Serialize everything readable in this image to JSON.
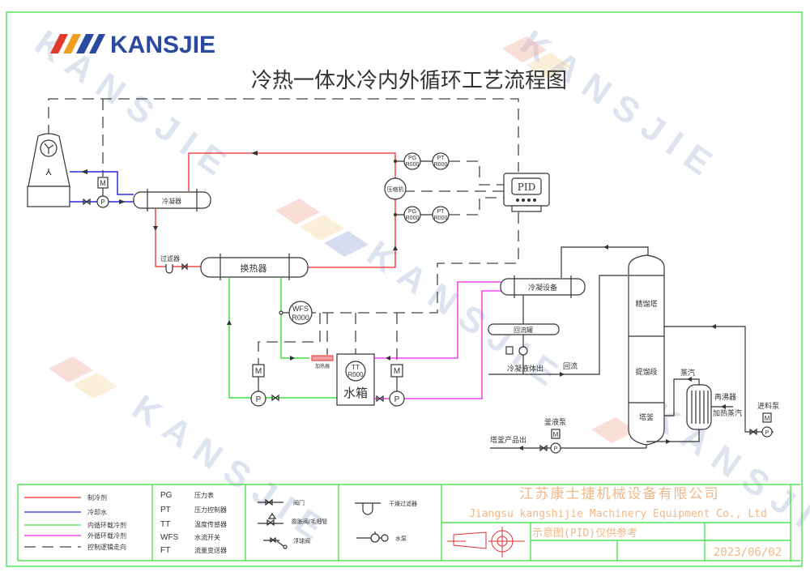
{
  "logo": {
    "text": "KANSJIE"
  },
  "title": "冷热一体水冷内外循环工艺流程图",
  "watermark": "KANSJIE",
  "equipment": {
    "condenser": "冷凝器",
    "heat_exchanger": "换热器",
    "compressor": "压缩机",
    "filter": "过滤器",
    "pid": "PID",
    "wfs": "WFS",
    "tt": "TT",
    "instrument_code": "R000",
    "pg": "PG",
    "pt": "PT",
    "water_tank": "水箱",
    "heater": "加热器",
    "motor": "M",
    "pump": "P",
    "condensing_unit": "冷凝设备",
    "reflux_tank": "回流罐",
    "condensate_out": "冷凝液体出",
    "reflux": "回流",
    "rectifying_tower": "精馏塔",
    "stripping_section": "提馏段",
    "tower_kettle": "塔釜",
    "steam": "蒸汽",
    "reboiler": "再沸器",
    "heating_steam": "加热蒸汽",
    "feed_pump": "进料泵",
    "kettle_pump": "釜液泵",
    "kettle_product_out": "塔釜产品出"
  },
  "legend": {
    "lines": [
      {
        "label": "制冷剂",
        "color": "#ee2a2a"
      },
      {
        "label": "冷却水",
        "color": "#2a2ae0"
      },
      {
        "label": "内循环载冷剂",
        "color": "#44e044"
      },
      {
        "label": "外循环载冷剂",
        "color": "#ee22ee"
      },
      {
        "label": "控制逻辑走向",
        "color": "#444444"
      }
    ],
    "abbreviations": [
      {
        "code": "PG",
        "desc": "压力表"
      },
      {
        "code": "PT",
        "desc": "压力控制器"
      },
      {
        "code": "TT",
        "desc": "温度传感器"
      },
      {
        "code": "WFS",
        "desc": "水流开关"
      },
      {
        "code": "FT",
        "desc": "流量变送器"
      }
    ],
    "symbols": [
      {
        "label": "阀门"
      },
      {
        "label": "膨胀阀/毛细管"
      },
      {
        "label": "浮球阀"
      },
      {
        "label": "干燥过滤器"
      },
      {
        "label": "水泵"
      }
    ]
  },
  "title_block": {
    "company_cn": "江苏康士捷机械设备有限公司",
    "company_en": "Jiangsu kangshijie Machinery Equipment Co., Ltd",
    "note": "示意图(PID)仅供参考",
    "date": "2023/06/02"
  }
}
